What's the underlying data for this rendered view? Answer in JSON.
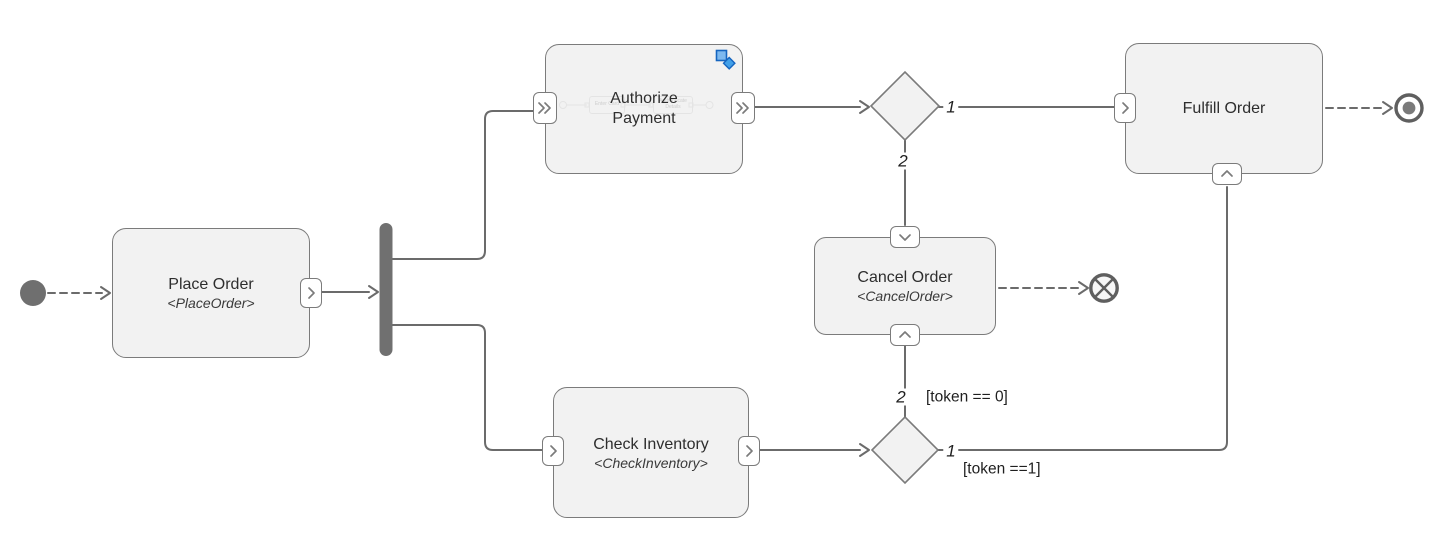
{
  "nodes": {
    "place_order": {
      "title": "Place Order",
      "stereotype": "<PlaceOrder>"
    },
    "authorize_payment": {
      "title": "Authorize Payment"
    },
    "check_inventory": {
      "title": "Check Inventory",
      "stereotype": "<CheckInventory>"
    },
    "cancel_order": {
      "title": "Cancel Order",
      "stereotype": "<CancelOrder>"
    },
    "fulfill_order": {
      "title": "Fulfill Order"
    }
  },
  "ghost_subflow": {
    "step1": "Enter Card",
    "step2": "Authenticate Details"
  },
  "edge_labels": {
    "auth_out_1": "1",
    "auth_out_2": "2",
    "inv_out_1": "1",
    "inv_out_2": "2",
    "guard_token_0": "[token == 0]",
    "guard_token_1": "[token ==1]"
  },
  "colors": {
    "node_fill": "#f2f2f2",
    "node_border": "#7b7b7b",
    "connector": "#6b6b6b",
    "fork_bar": "#707070",
    "start_node": "#6f6f6f",
    "subprocess_icon_blue": "#4a9be4",
    "text": "#2e2e2e"
  }
}
